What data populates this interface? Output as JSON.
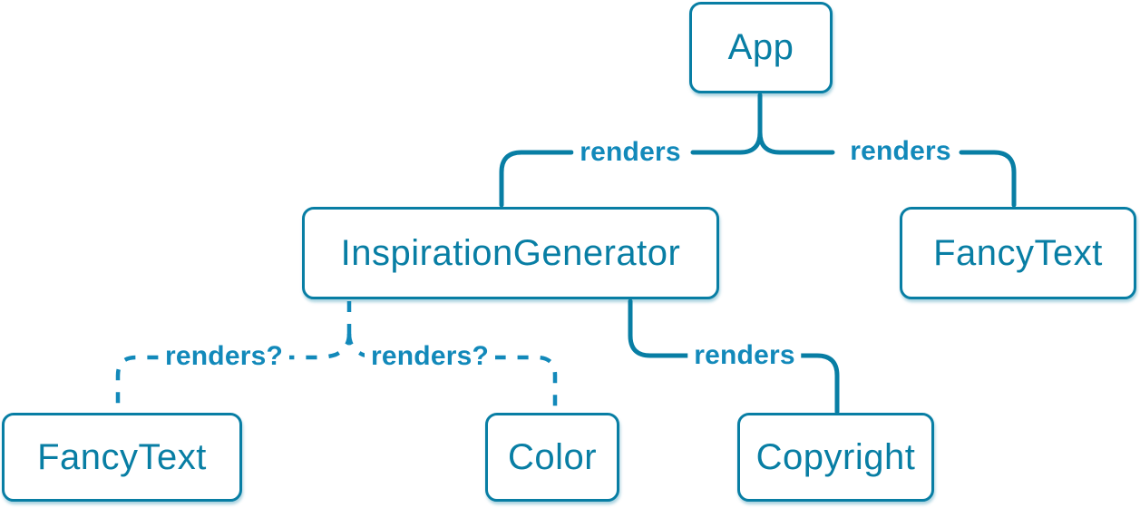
{
  "diagram": {
    "type": "component-render-tree",
    "colors": {
      "edge_solid": "#087ea4",
      "edge_dashed": "#1289ba",
      "label_color": "#1289ba",
      "node_border": "#087ea4",
      "node_text": "#087ea4",
      "node_bg": "#ffffff",
      "page_bg": "#ffffff"
    },
    "nodes": {
      "app": {
        "label": "App"
      },
      "inspiration_generator": {
        "label": "InspirationGenerator"
      },
      "fancy_text_top": {
        "label": "FancyText"
      },
      "fancy_text_bottom": {
        "label": "FancyText"
      },
      "color": {
        "label": "Color"
      },
      "copyright": {
        "label": "Copyright"
      }
    },
    "edges": {
      "app_to_inspiration_generator": {
        "from": "App",
        "to": "InspirationGenerator",
        "label": "renders",
        "style": "solid"
      },
      "app_to_fancy_text": {
        "from": "App",
        "to": "FancyText",
        "label": "renders",
        "style": "solid"
      },
      "inspiration_generator_to_fancy_text": {
        "from": "InspirationGenerator",
        "to": "FancyText",
        "label": "renders?",
        "style": "dashed"
      },
      "inspiration_generator_to_color": {
        "from": "InspirationGenerator",
        "to": "Color",
        "label": "renders?",
        "style": "dashed"
      },
      "inspiration_generator_to_copyright": {
        "from": "InspirationGenerator",
        "to": "Copyright",
        "label": "renders",
        "style": "solid"
      }
    }
  }
}
